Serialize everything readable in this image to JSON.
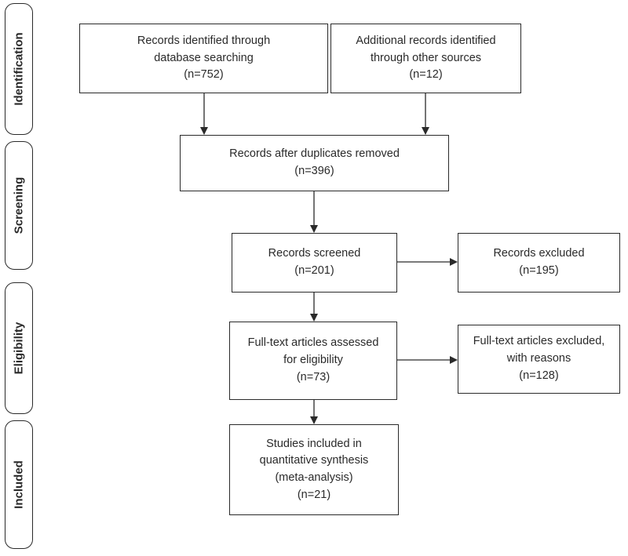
{
  "stages": {
    "identification": "Identification",
    "screening": "Screening",
    "eligibility": "Eligibility",
    "included": "Included"
  },
  "boxes": {
    "db_search": [
      "Records identified through",
      "database searching",
      "(n=752)"
    ],
    "other_sources": [
      "Additional records identified",
      "through other sources",
      "(n=12)"
    ],
    "duplicates_removed": [
      "Records after duplicates removed",
      "(n=396)"
    ],
    "screened": [
      "Records screened",
      "(n=201)"
    ],
    "excluded": [
      "Records excluded",
      "(n=195)"
    ],
    "fulltext_assessed": [
      "Full-text articles assessed",
      "for eligibility",
      "(n=73)"
    ],
    "fulltext_excluded": [
      "Full-text articles excluded,",
      "with reasons",
      "(n=128)"
    ],
    "included": [
      "Studies included in",
      "quantitative synthesis",
      "(meta-analysis)",
      "(n=21)"
    ]
  },
  "colors": {
    "line": "#2a2a2a",
    "background": "#ffffff"
  }
}
